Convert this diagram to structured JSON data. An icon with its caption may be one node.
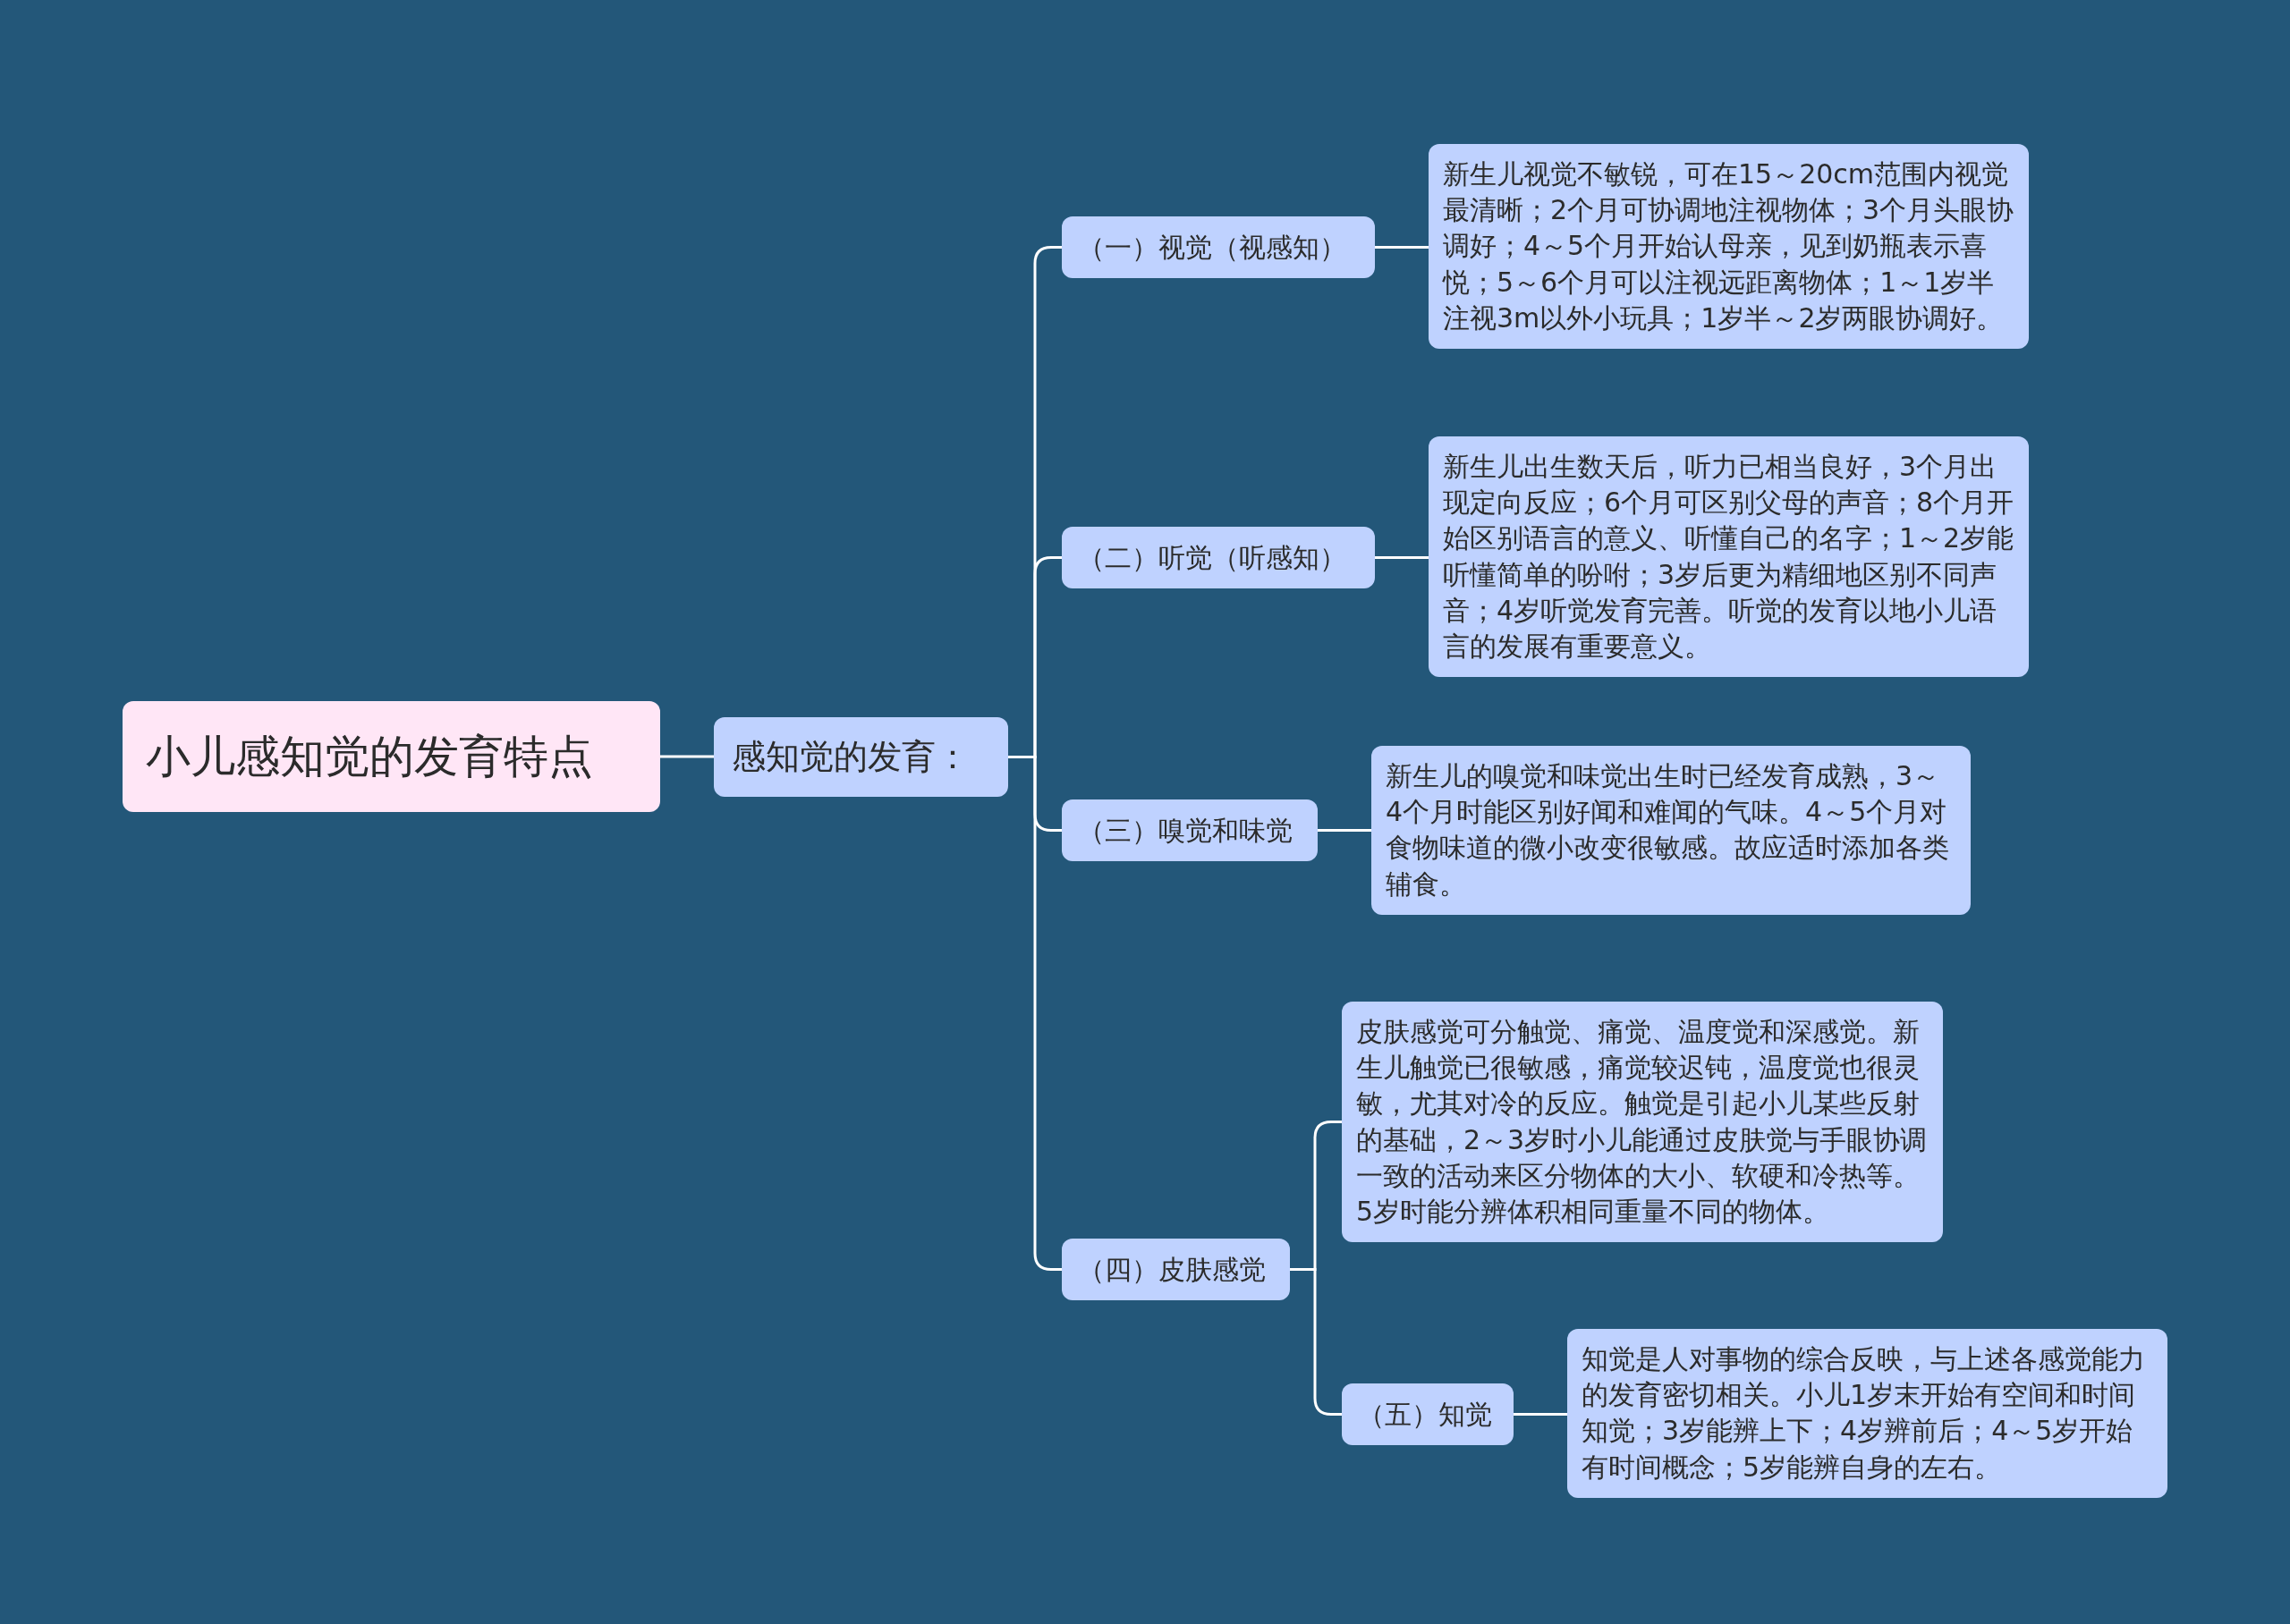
{
  "diagram": {
    "nodes": [
      {
        "text": [
          "小儿感知觉的发育特点"
        ]
      },
      {
        "text": [
          "感知觉的发育："
        ]
      },
      {
        "text": [
          "（一）视觉（视感知）"
        ]
      },
      {
        "text": [
          "新生儿视觉不敏锐，可在15～20cm范围内视觉最清晰；2个月可协调地注视物体；3个月头眼协调好；4～5个月开始认母亲，见到奶瓶表示喜悦；5～6个月可以注视远距离物体；1～1岁半注视3m以外小玩具；1岁半～2岁两眼协调好。"
        ]
      },
      {
        "text": [
          "（二）听觉（听感知）"
        ]
      },
      {
        "text": [
          "新生儿出生数天后，听力已相当良好，3个月出现定向反应；6个月可区别父母的声音；8个月开始区别语言的意义、听懂自己的名字；1～2岁能听懂简单的吩咐；3岁后更为精细地区别不同声音；4岁听觉发育完善。听觉的发育以地小儿语言的发展有重要意义。"
        ]
      },
      {
        "text": [
          "（三）嗅觉和味觉"
        ]
      },
      {
        "text": [
          "新生儿的嗅觉和味觉出生时已经发育成熟，3～4个月时能区别好闻和难闻的气味。4～5个月对食物味道的微小改变很敏感。故应适时添加各类辅食。"
        ]
      },
      {
        "text": [
          "（四）皮肤感觉"
        ]
      },
      {
        "text": [
          "皮肤感觉可分触觉、痛觉、温度觉和深感觉。新生儿触觉已很敏感，痛觉较迟钝，温度觉也很灵敏，尤其对冷的反应。触觉是引起小儿某些反射的基础，2～3岁时小儿能通过皮肤觉与手眼协调一致的活动来区分物体的大小、软硬和冷热等。5岁时能分辨体积相同重量不同的物体。"
        ]
      },
      {
        "text": [
          "（五）知觉"
        ]
      },
      {
        "text": [
          "知觉是人对事物的综合反映，与上述各感觉能力的发育密切相关。小儿1岁末开始有空间和时间知觉；3岁能辨上下；4岁辨前后；4～5岁开始有时间概念；5岁能辨自身的左右。"
        ]
      }
    ],
    "edges": [
      {
        "from": 0,
        "to": 1,
        "arrow": "none"
      },
      {
        "from": 1,
        "to": 2,
        "arrow": "none"
      },
      {
        "from": 1,
        "to": 4,
        "arrow": "none"
      },
      {
        "from": 1,
        "to": 6,
        "arrow": "none"
      },
      {
        "from": 1,
        "to": 8,
        "arrow": "none"
      },
      {
        "from": 2,
        "to": 3,
        "arrow": "none"
      },
      {
        "from": 4,
        "to": 5,
        "arrow": "none"
      },
      {
        "from": 6,
        "to": 7,
        "arrow": "none"
      },
      {
        "from": 8,
        "to": 9,
        "arrow": "none"
      },
      {
        "from": 8,
        "to": 10,
        "arrow": "none"
      },
      {
        "from": 10,
        "to": 11,
        "arrow": "none"
      }
    ]
  }
}
